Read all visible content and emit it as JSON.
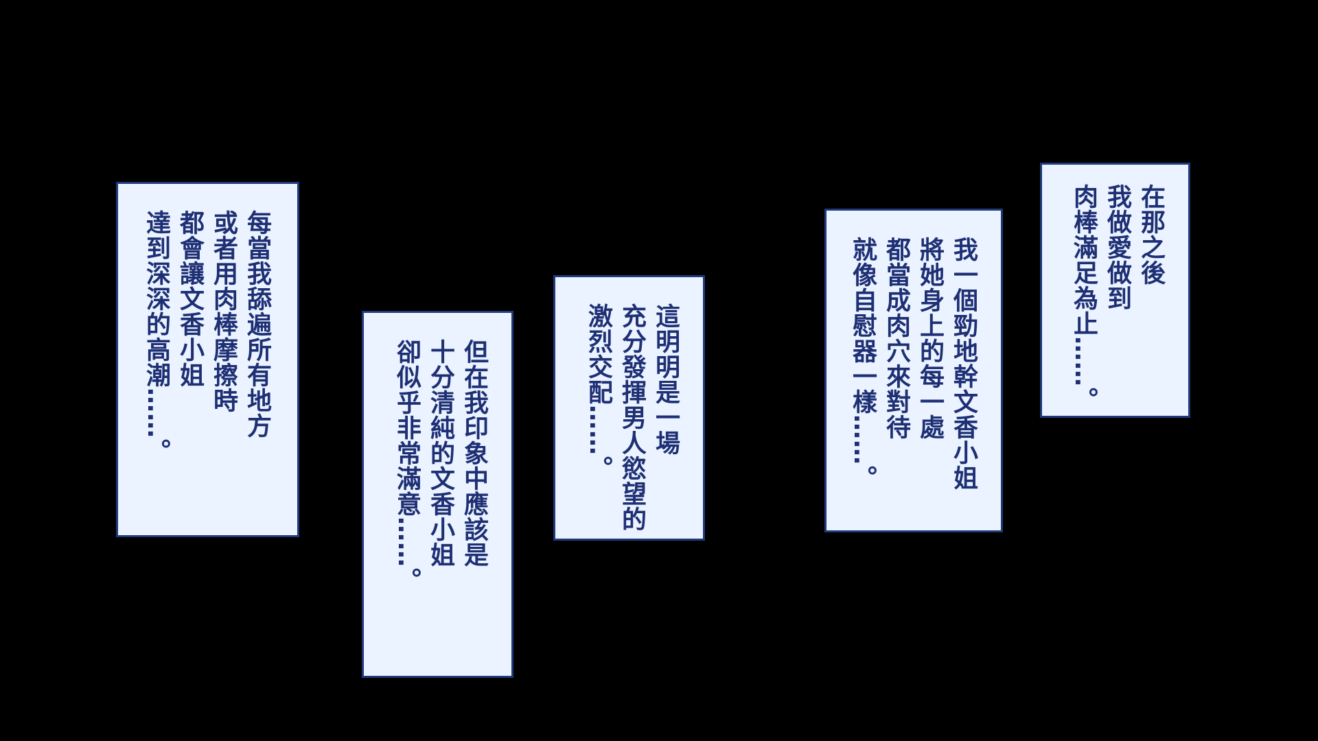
{
  "panels": [
    {
      "lines": [
        "每當我舔遍所有地方",
        "或者用肉棒摩擦時",
        "都會讓文香小姐",
        "達到深深的高潮……。"
      ]
    },
    {
      "lines": [
        "但在我印象中應該是",
        "十分清純的文香小姐",
        "卻似乎非常滿意……。"
      ]
    },
    {
      "lines": [
        "這明明是一場",
        "充分發揮男人慾望的",
        "激烈交配……。"
      ]
    },
    {
      "lines": [
        "我一個勁地幹文香小姐",
        "將她身上的每一處",
        "都當成肉穴來對待",
        "就像自慰器一樣……。"
      ]
    },
    {
      "lines": [
        "在那之後",
        "我做愛做到",
        "肉棒滿足為止……。"
      ]
    }
  ],
  "colors": {
    "background": "#000000",
    "panel": "#eaf3ff",
    "border": "#1f3a7a",
    "text": "#1e2f74"
  }
}
